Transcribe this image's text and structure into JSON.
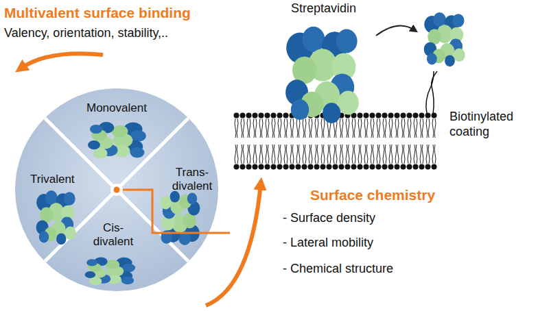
{
  "diagram": {
    "nodes": [
      {
        "text": [
          "Monovalent"
        ]
      },
      {
        "text": [
          "Trivalent"
        ]
      },
      {
        "text": [
          "Trans-divalent"
        ]
      },
      {
        "text": [
          "Cis-divalent"
        ]
      }
    ],
    "labels": [
      "Multivalent surface binding",
      "Valency, orientation, stability,..",
      "Streptavidin",
      "Biotinylated coating",
      "Surface chemistry",
      "- Surface density",
      "- Lateral mobility",
      "- Chemical structure"
    ]
  }
}
